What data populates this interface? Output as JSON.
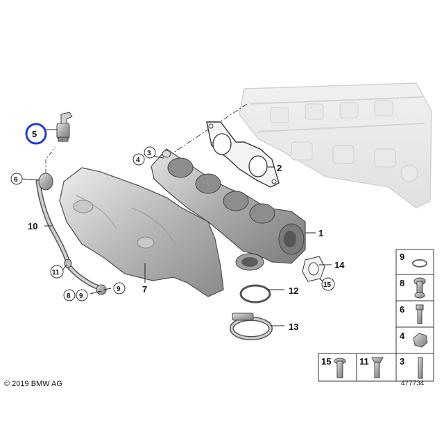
{
  "diagram": {
    "callouts": {
      "c1": "1",
      "c2": "2",
      "c3": "3",
      "c4": "4",
      "c5": "5",
      "c6": "6",
      "c7": "7",
      "c8": "8",
      "c9a": "9",
      "c9b": "9",
      "c10": "10",
      "c11": "11",
      "c12": "12",
      "c13": "13",
      "c14": "14",
      "c15": "15"
    },
    "legend": {
      "k9": "9",
      "k8": "8",
      "k6": "6",
      "k4": "4",
      "k15": "15",
      "k11": "11",
      "k3": "3"
    },
    "highlight_color": "#1f3bd6"
  },
  "footer": {
    "copyright": "© 2019 BMW AG",
    "reference_number": "477734"
  }
}
